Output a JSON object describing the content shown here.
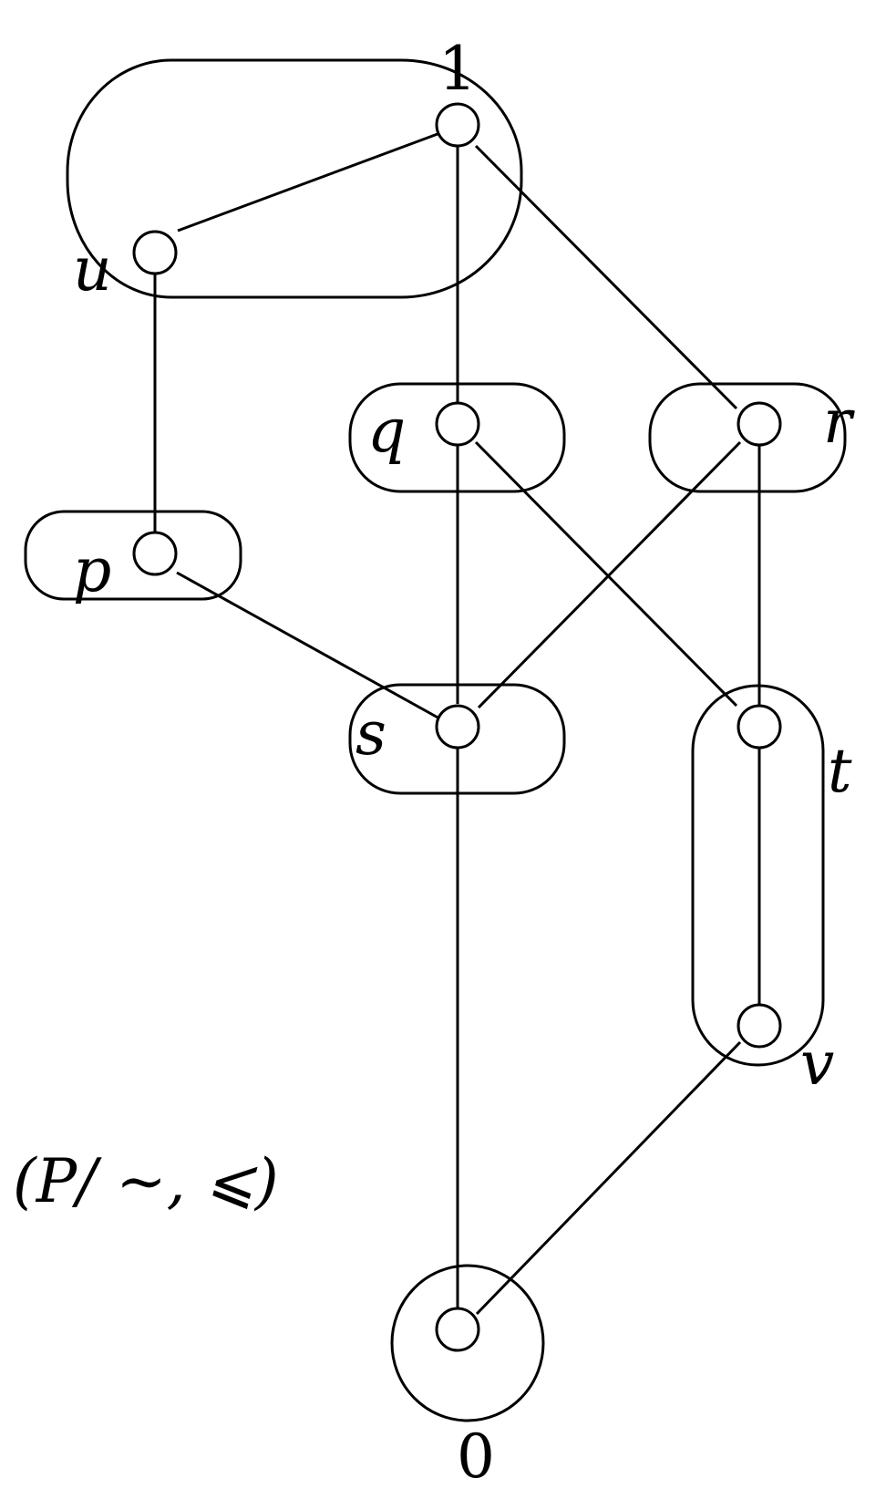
{
  "diagram": {
    "nodes": {
      "one": "1",
      "u": "u",
      "q": "q",
      "r": "r",
      "p": "p",
      "s": "s",
      "t": "t",
      "v": "v",
      "zero": "0"
    },
    "edges": [
      [
        "1",
        "u"
      ],
      [
        "1",
        "q"
      ],
      [
        "1",
        "r"
      ],
      [
        "u",
        "p"
      ],
      [
        "q",
        "s"
      ],
      [
        "q",
        "t"
      ],
      [
        "r",
        "s"
      ],
      [
        "r",
        "t"
      ],
      [
        "p",
        "s"
      ],
      [
        "t",
        "v"
      ],
      [
        "s",
        "0"
      ],
      [
        "v",
        "0"
      ]
    ],
    "classes": [
      [
        "1",
        "u"
      ],
      [
        "q"
      ],
      [
        "r"
      ],
      [
        "p"
      ],
      [
        "s"
      ],
      [
        "t",
        "v"
      ],
      [
        "0"
      ]
    ],
    "caption": "(P/ ∼, ⩽)"
  }
}
